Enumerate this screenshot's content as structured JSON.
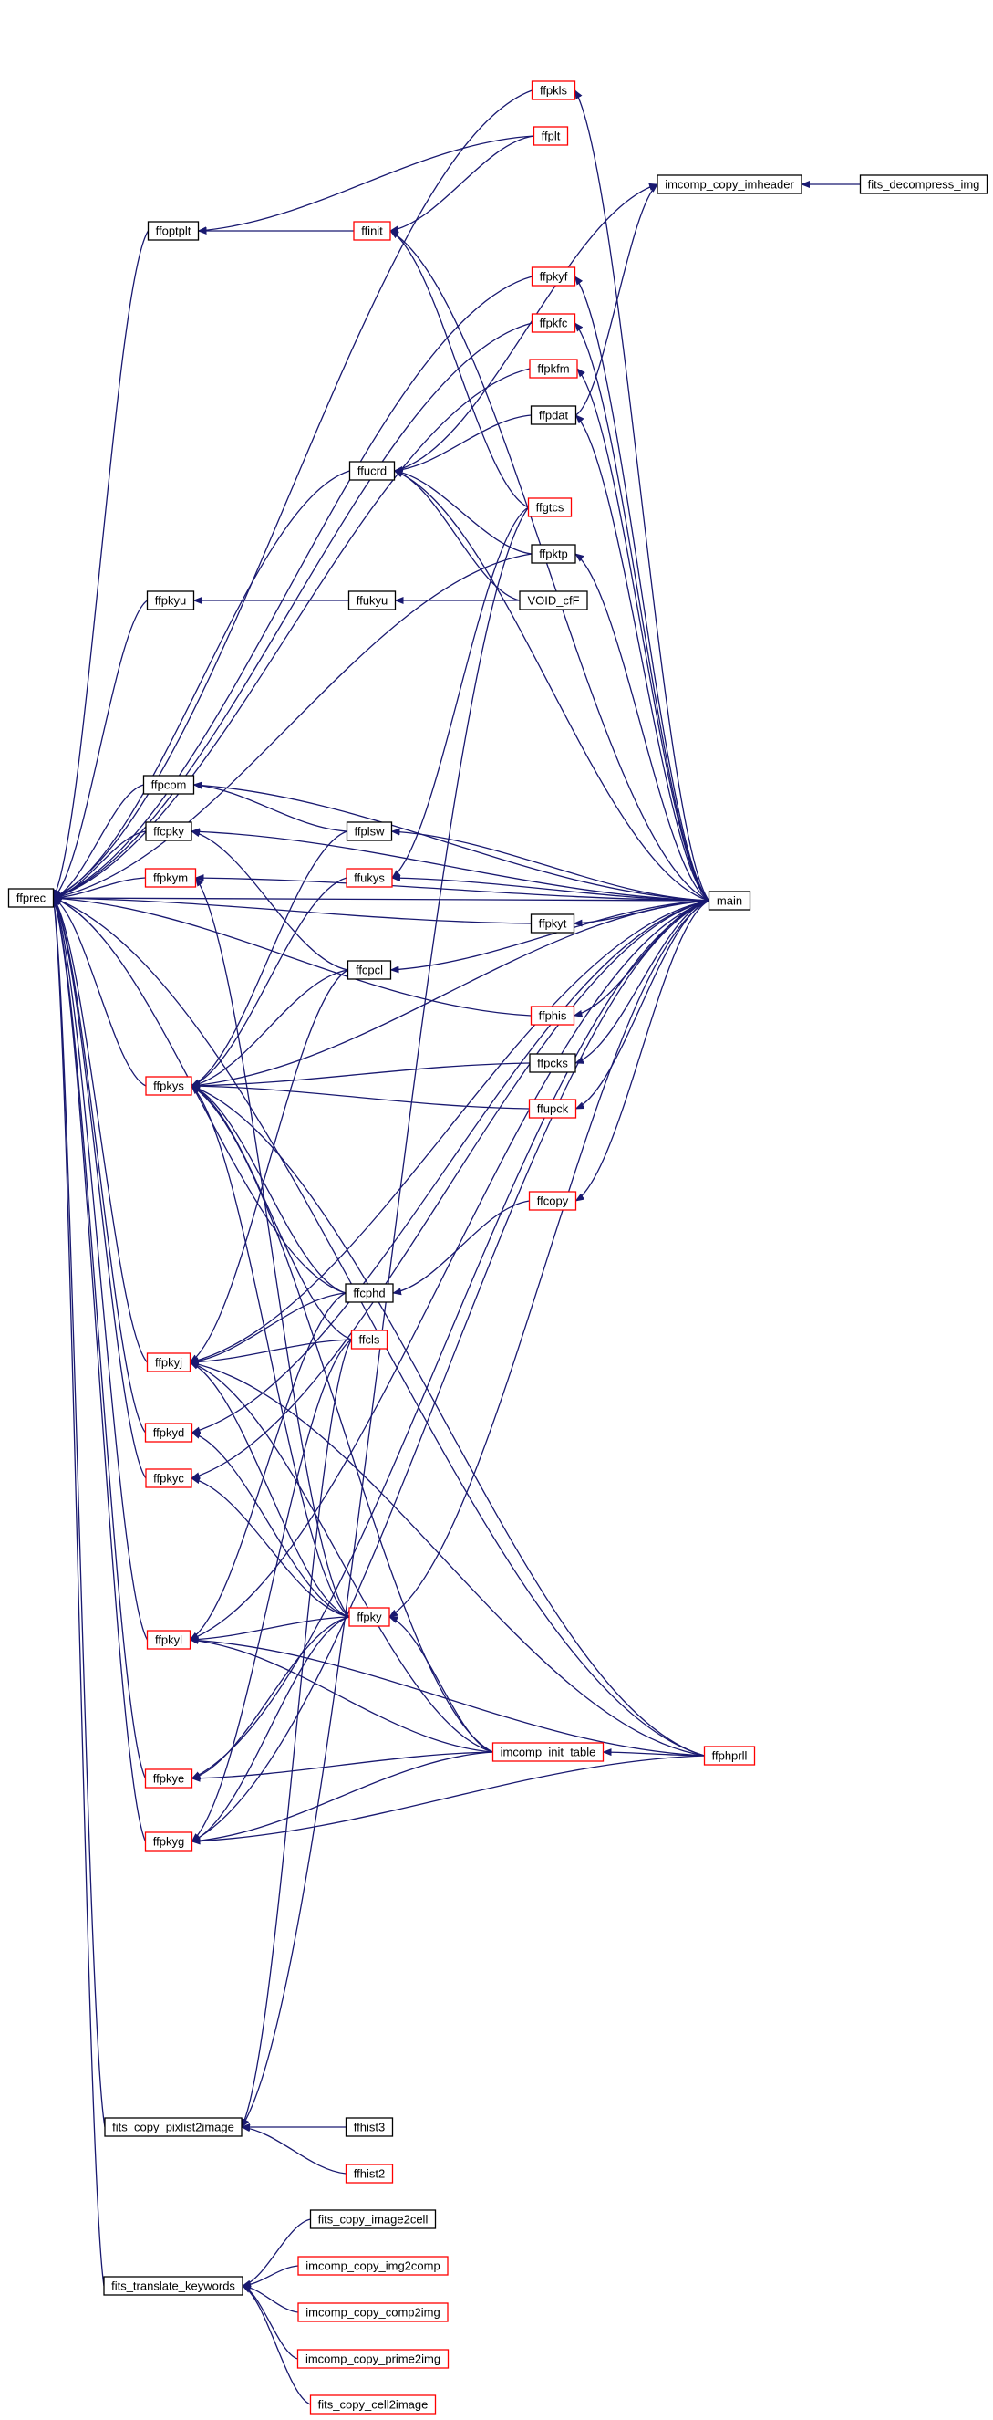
{
  "colors": {
    "edge": "#191970",
    "border_red": "#ff0000",
    "border_black": "#000000",
    "root_fill": "#bfbfbf"
  },
  "nodes": [
    {
      "id": "ffprec",
      "label": "ffprec",
      "style": "root"
    },
    {
      "id": "ffpkls",
      "label": "ffpkls",
      "style": "red"
    },
    {
      "id": "ffplt",
      "label": "ffplt",
      "style": "red"
    },
    {
      "id": "imcomp_copy_imheader",
      "label": "imcomp_copy_imheader",
      "style": "black"
    },
    {
      "id": "fits_decompress_img",
      "label": "fits_decompress_img",
      "style": "black"
    },
    {
      "id": "ffoptplt",
      "label": "ffoptplt",
      "style": "black"
    },
    {
      "id": "ffinit",
      "label": "ffinit",
      "style": "red"
    },
    {
      "id": "ffpkyf",
      "label": "ffpkyf",
      "style": "red"
    },
    {
      "id": "ffpkfc",
      "label": "ffpkfc",
      "style": "red"
    },
    {
      "id": "ffpkfm",
      "label": "ffpkfm",
      "style": "red"
    },
    {
      "id": "ffpdat",
      "label": "ffpdat",
      "style": "black"
    },
    {
      "id": "ffucrd",
      "label": "ffucrd",
      "style": "black"
    },
    {
      "id": "ffgtcs",
      "label": "ffgtcs",
      "style": "red"
    },
    {
      "id": "ffpktp",
      "label": "ffpktp",
      "style": "black"
    },
    {
      "id": "ffpkyu",
      "label": "ffpkyu",
      "style": "black"
    },
    {
      "id": "ffukyu",
      "label": "ffukyu",
      "style": "black"
    },
    {
      "id": "VOID_cfF",
      "label": "VOID_cfF",
      "style": "black"
    },
    {
      "id": "ffpcom",
      "label": "ffpcom",
      "style": "black"
    },
    {
      "id": "ffcpky",
      "label": "ffcpky",
      "style": "black"
    },
    {
      "id": "ffplsw",
      "label": "ffplsw",
      "style": "black"
    },
    {
      "id": "ffpkym",
      "label": "ffpkym",
      "style": "red"
    },
    {
      "id": "ffukys",
      "label": "ffukys",
      "style": "red"
    },
    {
      "id": "main",
      "label": "main",
      "style": "black"
    },
    {
      "id": "ffpkyt",
      "label": "ffpkyt",
      "style": "black"
    },
    {
      "id": "ffcpcl",
      "label": "ffcpcl",
      "style": "black"
    },
    {
      "id": "ffphis",
      "label": "ffphis",
      "style": "red"
    },
    {
      "id": "ffpcks",
      "label": "ffpcks",
      "style": "black"
    },
    {
      "id": "ffpkys",
      "label": "ffpkys",
      "style": "red"
    },
    {
      "id": "ffupck",
      "label": "ffupck",
      "style": "red"
    },
    {
      "id": "ffcopy",
      "label": "ffcopy",
      "style": "red"
    },
    {
      "id": "ffcphd",
      "label": "ffcphd",
      "style": "black"
    },
    {
      "id": "ffcls",
      "label": "ffcls",
      "style": "red"
    },
    {
      "id": "ffpkyj",
      "label": "ffpkyj",
      "style": "red"
    },
    {
      "id": "ffpkyd",
      "label": "ffpkyd",
      "style": "red"
    },
    {
      "id": "ffpkyc",
      "label": "ffpkyc",
      "style": "red"
    },
    {
      "id": "ffpky",
      "label": "ffpky",
      "style": "red"
    },
    {
      "id": "ffpkyl",
      "label": "ffpkyl",
      "style": "red"
    },
    {
      "id": "imcomp_init_table",
      "label": "imcomp_init_table",
      "style": "red"
    },
    {
      "id": "ffphprll",
      "label": "ffphprll",
      "style": "red"
    },
    {
      "id": "ffpkye",
      "label": "ffpkye",
      "style": "red"
    },
    {
      "id": "ffpkyg",
      "label": "ffpkyg",
      "style": "red"
    },
    {
      "id": "fits_copy_pixlist2image",
      "label": "fits_copy_pixlist2image",
      "style": "black"
    },
    {
      "id": "ffhist3",
      "label": "ffhist3",
      "style": "black"
    },
    {
      "id": "ffhist2",
      "label": "ffhist2",
      "style": "red"
    },
    {
      "id": "fits_copy_image2cell",
      "label": "fits_copy_image2cell",
      "style": "black"
    },
    {
      "id": "fits_translate_keywords",
      "label": "fits_translate_keywords",
      "style": "black"
    },
    {
      "id": "imcomp_copy_img2comp",
      "label": "imcomp_copy_img2comp",
      "style": "red"
    },
    {
      "id": "imcomp_copy_comp2img",
      "label": "imcomp_copy_comp2img",
      "style": "red"
    },
    {
      "id": "imcomp_copy_prime2img",
      "label": "imcomp_copy_prime2img",
      "style": "red"
    },
    {
      "id": "fits_copy_cell2image",
      "label": "fits_copy_cell2image",
      "style": "red"
    }
  ],
  "edges": [
    [
      "ffpkls",
      "ffprec"
    ],
    [
      "ffoptplt",
      "ffprec"
    ],
    [
      "ffpkyf",
      "ffprec"
    ],
    [
      "ffpkfc",
      "ffprec"
    ],
    [
      "ffpkfm",
      "ffprec"
    ],
    [
      "ffucrd",
      "ffprec"
    ],
    [
      "ffpktp",
      "ffprec"
    ],
    [
      "ffpkyu",
      "ffprec"
    ],
    [
      "ffpcom",
      "ffprec"
    ],
    [
      "ffcpky",
      "ffprec"
    ],
    [
      "ffpkym",
      "ffprec"
    ],
    [
      "ffpkyt",
      "ffprec"
    ],
    [
      "ffphis",
      "ffprec"
    ],
    [
      "ffpkys",
      "ffprec"
    ],
    [
      "ffcphd",
      "ffprec"
    ],
    [
      "ffpkyj",
      "ffprec"
    ],
    [
      "ffpkyd",
      "ffprec"
    ],
    [
      "ffpkyc",
      "ffprec"
    ],
    [
      "ffpkyl",
      "ffprec"
    ],
    [
      "ffpkye",
      "ffprec"
    ],
    [
      "ffpkyg",
      "ffprec"
    ],
    [
      "main",
      "ffprec"
    ],
    [
      "ffphprll",
      "ffprec"
    ],
    [
      "fits_copy_pixlist2image",
      "ffprec"
    ],
    [
      "fits_translate_keywords",
      "ffprec"
    ],
    [
      "ffplt",
      "ffoptplt"
    ],
    [
      "ffinit",
      "ffoptplt"
    ],
    [
      "ffplt",
      "ffinit"
    ],
    [
      "main",
      "ffinit"
    ],
    [
      "ffgtcs",
      "ffinit"
    ],
    [
      "fits_decompress_img",
      "imcomp_copy_imheader"
    ],
    [
      "ffpdat",
      "ffucrd"
    ],
    [
      "ffpktp",
      "ffucrd"
    ],
    [
      "VOID_cfF",
      "ffucrd"
    ],
    [
      "main",
      "ffucrd"
    ],
    [
      "ffukyu",
      "ffpkyu"
    ],
    [
      "VOID_cfF",
      "ffukyu"
    ],
    [
      "ffplsw",
      "ffpcom"
    ],
    [
      "main",
      "ffpcom"
    ],
    [
      "ffcpcl",
      "ffcpky"
    ],
    [
      "main",
      "ffcpky"
    ],
    [
      "main",
      "ffpkym"
    ],
    [
      "main",
      "ffplsw"
    ],
    [
      "main",
      "ffukys"
    ],
    [
      "ffgtcs",
      "ffukys"
    ],
    [
      "main",
      "ffpkyt"
    ],
    [
      "main",
      "ffcpcl"
    ],
    [
      "main",
      "ffphis"
    ],
    [
      "main",
      "ffpcks"
    ],
    [
      "main",
      "ffupck"
    ],
    [
      "main",
      "ffpkls"
    ],
    [
      "main",
      "ffpkyf"
    ],
    [
      "main",
      "ffpkfc"
    ],
    [
      "main",
      "ffpkfm"
    ],
    [
      "main",
      "ffpdat"
    ],
    [
      "main",
      "ffpktp"
    ],
    [
      "main",
      "ffcopy"
    ],
    [
      "ffcopy",
      "ffcphd"
    ],
    [
      "ffpdat",
      "imcomp_copy_imheader"
    ],
    [
      "ffucrd",
      "imcomp_copy_imheader"
    ],
    [
      "ffplsw",
      "ffpkys"
    ],
    [
      "ffukys",
      "ffpkys"
    ],
    [
      "ffcpcl",
      "ffpkys"
    ],
    [
      "ffpcks",
      "ffpkys"
    ],
    [
      "ffupck",
      "ffpkys"
    ],
    [
      "ffcphd",
      "ffpkys"
    ],
    [
      "ffcls",
      "ffpkys"
    ],
    [
      "ffpky",
      "ffpkys"
    ],
    [
      "imcomp_init_table",
      "ffpkys"
    ],
    [
      "ffphprll",
      "ffpkys"
    ],
    [
      "main",
      "ffpkys"
    ],
    [
      "ffcphd",
      "ffpkyj"
    ],
    [
      "ffcls",
      "ffpkyj"
    ],
    [
      "ffpky",
      "ffpkyj"
    ],
    [
      "ffcpcl",
      "ffpkyj"
    ],
    [
      "imcomp_init_table",
      "ffpkyj"
    ],
    [
      "ffphprll",
      "ffpkyj"
    ],
    [
      "main",
      "ffpkyj"
    ],
    [
      "ffpky",
      "ffpkyd"
    ],
    [
      "main",
      "ffpkyd"
    ],
    [
      "ffpky",
      "ffpkyc"
    ],
    [
      "main",
      "ffpkyc"
    ],
    [
      "ffpky",
      "ffpkym"
    ],
    [
      "ffpky",
      "ffpkyl"
    ],
    [
      "imcomp_init_table",
      "ffpkyl"
    ],
    [
      "ffphprll",
      "ffpkyl"
    ],
    [
      "main",
      "ffpkyl"
    ],
    [
      "ffcphd",
      "ffpkyl"
    ],
    [
      "ffpky",
      "ffpkye"
    ],
    [
      "imcomp_init_table",
      "ffpkye"
    ],
    [
      "main",
      "ffpkye"
    ],
    [
      "ffpky",
      "ffpkyg"
    ],
    [
      "imcomp_init_table",
      "ffpkyg"
    ],
    [
      "main",
      "ffpkyg"
    ],
    [
      "ffphprll",
      "ffpkyg"
    ],
    [
      "ffcls",
      "ffpkyg"
    ],
    [
      "main",
      "ffpky"
    ],
    [
      "imcomp_init_table",
      "ffpky"
    ],
    [
      "ffphprll",
      "imcomp_init_table"
    ],
    [
      "ffhist3",
      "fits_copy_pixlist2image"
    ],
    [
      "ffhist2",
      "fits_copy_pixlist2image"
    ],
    [
      "ffgtcs",
      "fits_copy_pixlist2image"
    ],
    [
      "ffcls",
      "fits_copy_pixlist2image"
    ],
    [
      "fits_copy_image2cell",
      "fits_translate_keywords"
    ],
    [
      "imcomp_copy_img2comp",
      "fits_translate_keywords"
    ],
    [
      "imcomp_copy_comp2img",
      "fits_translate_keywords"
    ],
    [
      "imcomp_copy_prime2img",
      "fits_translate_keywords"
    ],
    [
      "fits_copy_cell2image",
      "fits_translate_keywords"
    ]
  ]
}
